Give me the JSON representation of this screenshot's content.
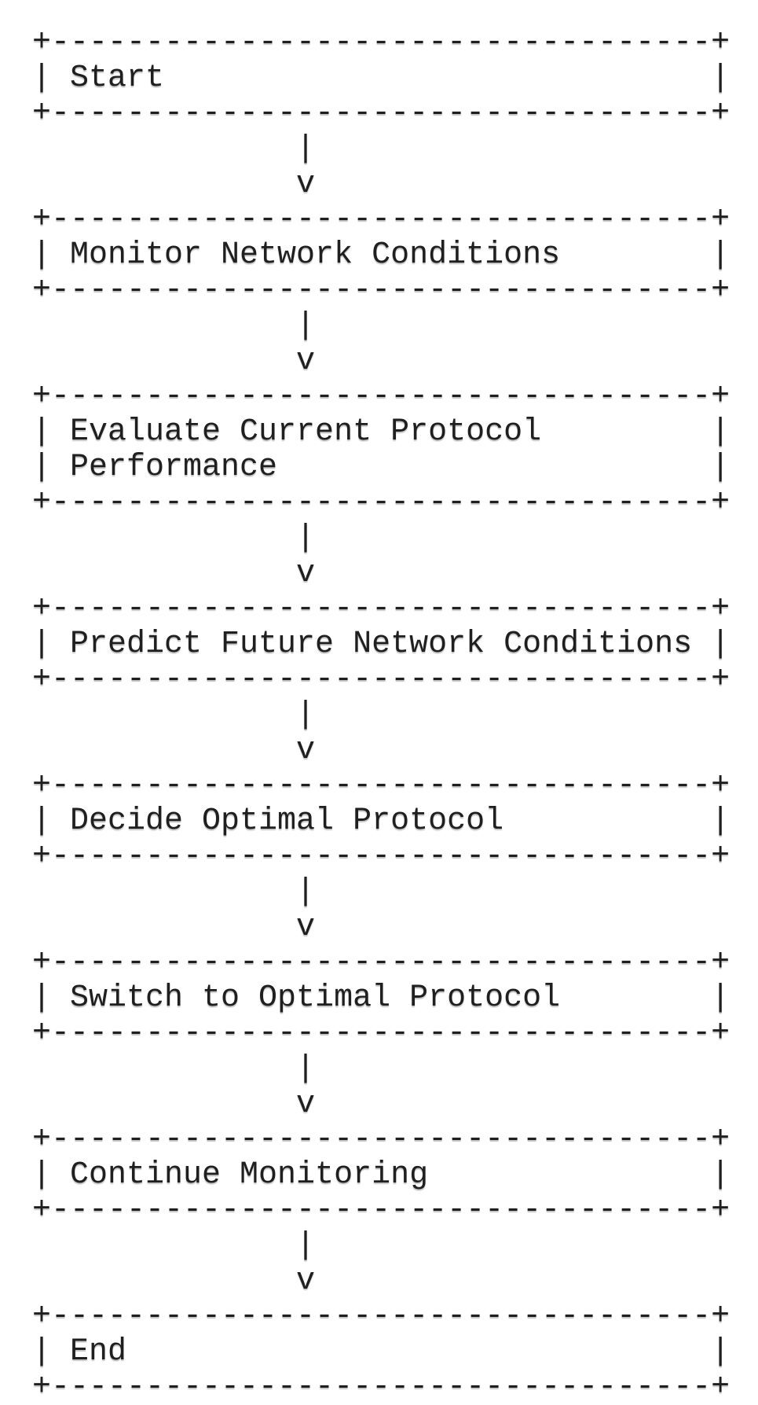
{
  "page": {
    "background_color": "#ffffff",
    "ink_color": "#1f1f1f"
  },
  "flowchart": {
    "type": "ascii-flowchart",
    "box_width_chars": 37,
    "border": {
      "corner": "+",
      "horizontal": "-",
      "vertical": "|"
    },
    "connector": {
      "stem": "|",
      "head": "v",
      "column": 14
    },
    "nodes": [
      {
        "id": "start",
        "label": "Start",
        "lines": [
          "Start"
        ]
      },
      {
        "id": "monitor-network-conditions",
        "label": "Monitor Network Conditions",
        "lines": [
          "Monitor Network Conditions"
        ]
      },
      {
        "id": "evaluate-current-protocol-performance",
        "label": "Evaluate Current Protocol Performance",
        "lines": [
          "Evaluate Current Protocol",
          "Performance"
        ]
      },
      {
        "id": "predict-future-network-conditions",
        "label": "Predict Future Network Conditions",
        "lines": [
          "Predict Future Network Conditions"
        ]
      },
      {
        "id": "decide-optimal-protocol",
        "label": "Decide Optimal Protocol",
        "lines": [
          "Decide Optimal Protocol"
        ]
      },
      {
        "id": "switch-to-optimal-protocol",
        "label": "Switch to Optimal Protocol",
        "lines": [
          "Switch to Optimal Protocol"
        ]
      },
      {
        "id": "continue-monitoring",
        "label": "Continue Monitoring",
        "lines": [
          "Continue Monitoring"
        ]
      },
      {
        "id": "end",
        "label": "End",
        "lines": [
          "End"
        ]
      }
    ],
    "edges": [
      {
        "from": "start",
        "to": "monitor-network-conditions"
      },
      {
        "from": "monitor-network-conditions",
        "to": "evaluate-current-protocol-performance"
      },
      {
        "from": "evaluate-current-protocol-performance",
        "to": "predict-future-network-conditions"
      },
      {
        "from": "predict-future-network-conditions",
        "to": "decide-optimal-protocol"
      },
      {
        "from": "decide-optimal-protocol",
        "to": "switch-to-optimal-protocol"
      },
      {
        "from": "switch-to-optimal-protocol",
        "to": "continue-monitoring"
      },
      {
        "from": "continue-monitoring",
        "to": "end"
      }
    ]
  }
}
